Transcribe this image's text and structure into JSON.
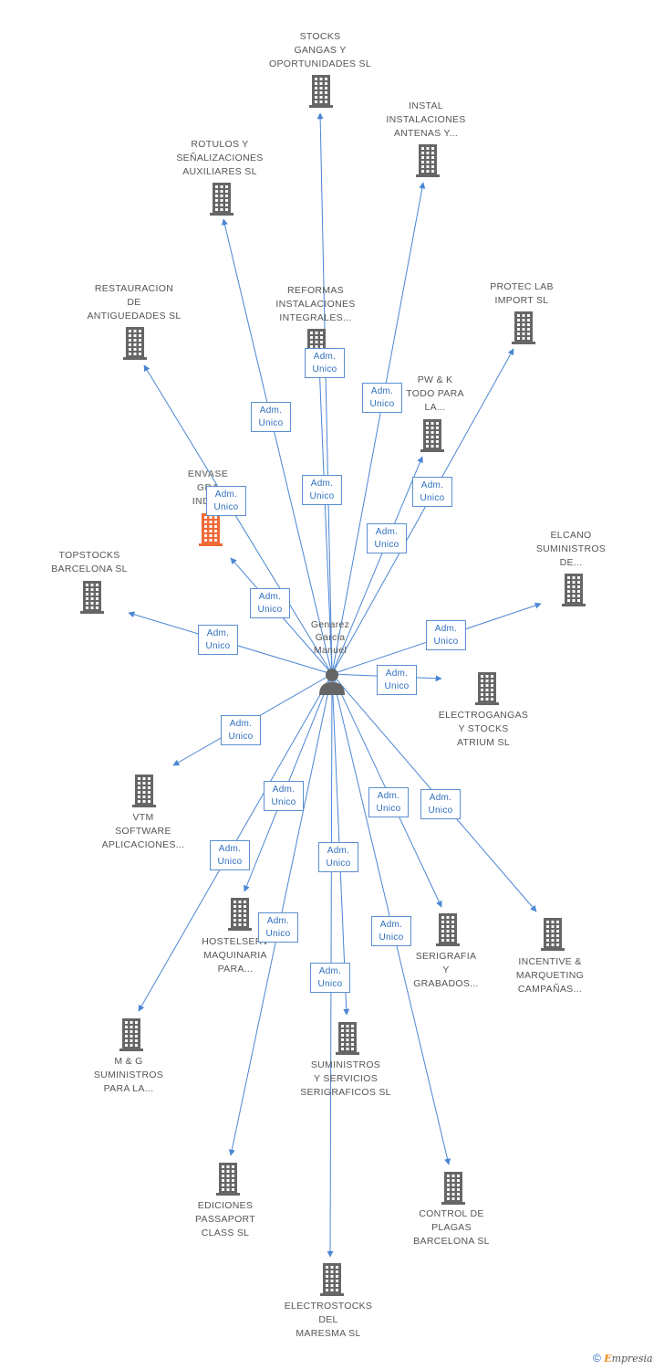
{
  "center": {
    "name_lines": [
      "Genarez",
      "Garcia",
      "Manuel"
    ],
    "icon": "person-icon"
  },
  "colors": {
    "edge": "#4a86d4",
    "building": "#666666",
    "highlight": "#f06a35"
  },
  "relation_label": [
    "Adm.",
    "Unico"
  ],
  "companies": [
    {
      "id": "stocks-gangas",
      "lines": [
        "STOCKS",
        "GANGAS Y",
        "OPORTUNIDADES SL"
      ]
    },
    {
      "id": "instal",
      "lines": [
        "INSTAL",
        "INSTALACIONES",
        "ANTENAS Y..."
      ]
    },
    {
      "id": "rotulos",
      "lines": [
        "ROTULOS Y",
        "SEÑALIZACIONES",
        "AUXILIARES SL"
      ]
    },
    {
      "id": "restauracion",
      "lines": [
        "RESTAURACION",
        "DE",
        "ANTIGUEDADES SL"
      ]
    },
    {
      "id": "reformas",
      "lines": [
        "REFORMAS",
        "INSTALACIONES",
        "INTEGRALES..."
      ]
    },
    {
      "id": "protec-lab",
      "lines": [
        "PROTEC LAB",
        "IMPORT SL"
      ]
    },
    {
      "id": "pwk",
      "lines": [
        "PW & K",
        "TODO PARA",
        "LA..."
      ]
    },
    {
      "id": "envase",
      "lines": [
        "ENVASE",
        "GRA",
        "INDUS"
      ],
      "highlight": true
    },
    {
      "id": "topstocks",
      "lines": [
        "TOPSTOCKS",
        "BARCELONA SL"
      ]
    },
    {
      "id": "elcano",
      "lines": [
        "ELCANO",
        "SUMINISTROS",
        "DE..."
      ]
    },
    {
      "id": "electrogangas",
      "lines": [
        "ELECTROGANGAS",
        "Y STOCKS",
        "ATRIUM SL"
      ]
    },
    {
      "id": "vtm",
      "lines": [
        "VTM",
        "SOFTWARE",
        "APLICACIONES..."
      ]
    },
    {
      "id": "hostelserv",
      "lines": [
        "HOSTELSERV",
        "MAQUINARIA",
        "PARA..."
      ]
    },
    {
      "id": "serigrafia",
      "lines": [
        "SERIGRAFIA",
        "Y",
        "GRABADOS..."
      ]
    },
    {
      "id": "incentive",
      "lines": [
        "INCENTIVE &",
        "MARQUETING",
        "CAMPAÑAS..."
      ]
    },
    {
      "id": "mg",
      "lines": [
        "M & G",
        "SUMINISTROS",
        "PARA LA..."
      ]
    },
    {
      "id": "suministros-servicios",
      "lines": [
        "SUMINISTROS",
        "Y SERVICIOS",
        "SERIGRAFICOS SL"
      ]
    },
    {
      "id": "ediciones",
      "lines": [
        "EDICIONES",
        "PASSAPORT",
        "CLASS SL"
      ]
    },
    {
      "id": "control-plagas",
      "lines": [
        "CONTROL DE",
        "PLAGAS",
        "BARCELONA SL"
      ]
    },
    {
      "id": "electrostocks",
      "lines": [
        "ELECTROSTOCKS",
        "DEL",
        "MARESMA SL"
      ]
    }
  ],
  "footer": {
    "copyright": "©",
    "brand_first": "E",
    "brand_rest": "mpresia"
  }
}
